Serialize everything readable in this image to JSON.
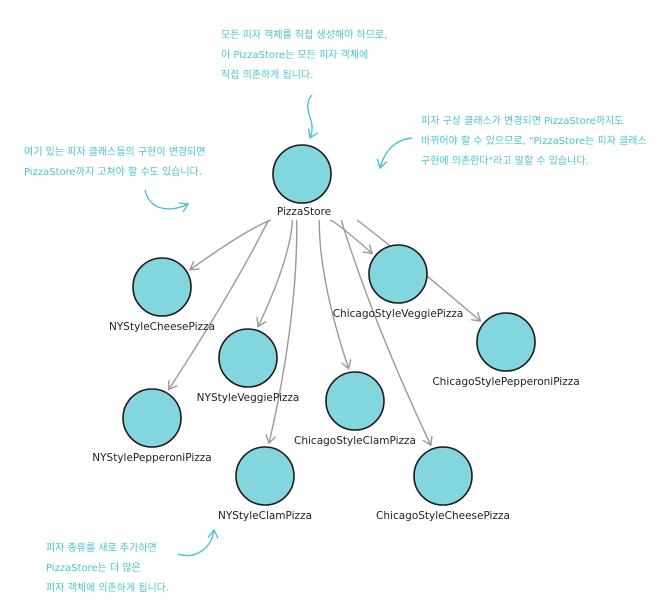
{
  "root": "PizzaStore",
  "classes": [
    "NYStyleCheesePizza",
    "NYStyleVeggiePizza",
    "NYStylePepperoniPizza",
    "NYStyleClamPizza",
    "ChicagoStyleVeggiePizza",
    "ChicagoStylePepperoniPizza",
    "ChicagoStyleClamPizza",
    "ChicagoStyleCheesePizza"
  ],
  "notes": {
    "top": [
      "모든 피자 객체를 직접 생성해야 하므로,",
      "이 PizzaStore는 모든 피자 객체에",
      "직접 의존하게 됩니다."
    ],
    "right": [
      "피자 구상 클래스가 변경되면 PizzaStore까지도",
      "바뀌어야 할 수 있으므로, \"PizzaStore는 피자 클래스",
      "구현에 의존한다\"라고 말할 수 있습니다."
    ],
    "left": [
      "여기 있는 피자 클래스들의 구현이 변경되면",
      "PizzaStore까지 고쳐야 할 수도 있습니다."
    ],
    "bottom": [
      "피자 종류를 새로 추가하면",
      "PizzaStore는 더 많은",
      "피자 객체에 의존하게 됩니다."
    ]
  },
  "colors": {
    "node": "#83d5de",
    "note": "#4cc3d1",
    "arrow": "#9a9a9a"
  }
}
